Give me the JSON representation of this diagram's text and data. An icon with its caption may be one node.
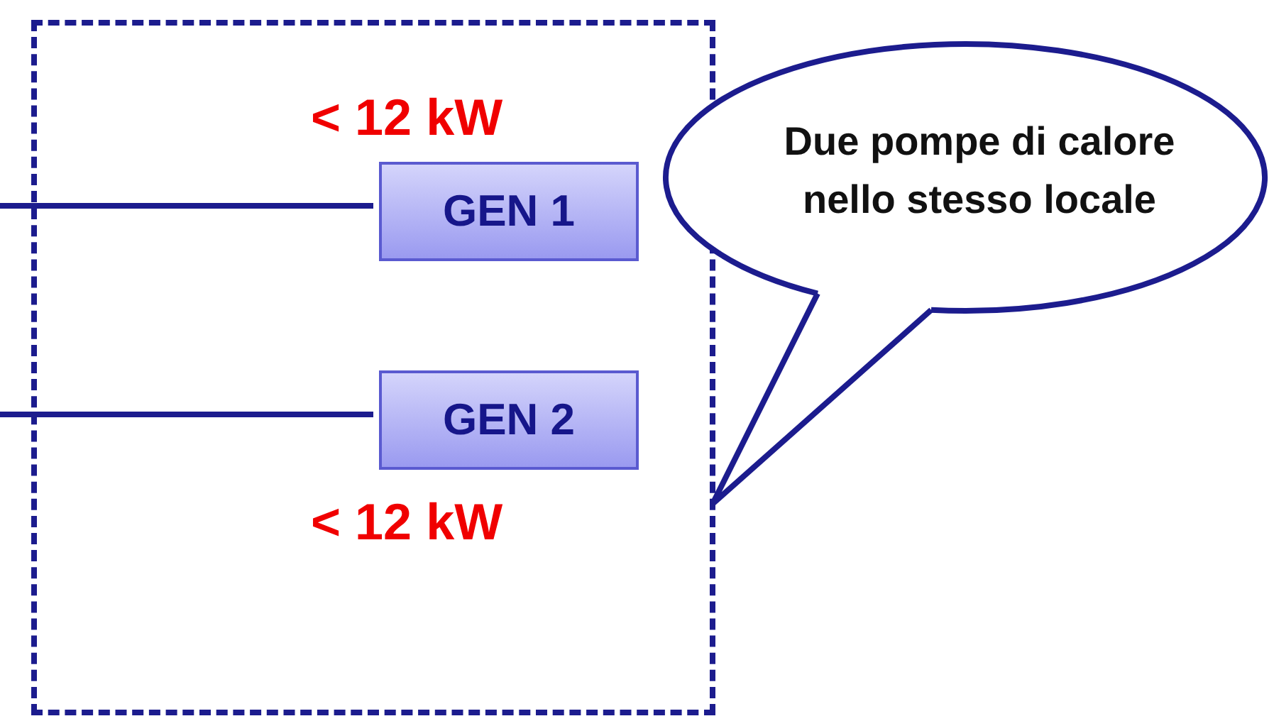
{
  "diagram": {
    "nodes": [
      {
        "text": [],
        "shape": "box"
      },
      {
        "text": [
          "GEN 1"
        ],
        "in": 0,
        "beside": [
          "< 12 kW"
        ]
      },
      {
        "text": [
          "GEN 2"
        ],
        "in": 0,
        "beside": [
          "< 12 kW"
        ]
      },
      {
        "text": [
          "Due pompe di calore nello stesso locale"
        ]
      }
    ],
    "edges": [
      {
        "from": null,
        "to": 1,
        "arrow": "none"
      },
      {
        "from": null,
        "to": 2,
        "arrow": "none"
      },
      {
        "from": 3,
        "to": 0,
        "arrow": "none"
      }
    ]
  }
}
